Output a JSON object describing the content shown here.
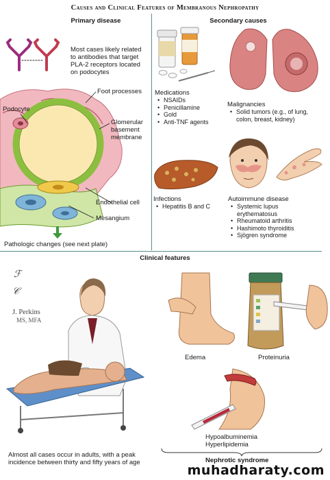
{
  "title": "Causes and Clinical Features of Membranous Nephropathy",
  "primary": {
    "heading": "Primary disease",
    "antibody_note": "Most cases likely related to antibodies that target PLA-2 receptors located on podocytes",
    "labels": {
      "podocyte": "Podocyte",
      "foot_processes": "Foot processes",
      "gbm": "Glomerular basement membrane",
      "endothelial": "Endothelial cell",
      "mesangium": "Mesangium"
    },
    "pathologic_changes": "Pathologic changes (see next plate)"
  },
  "secondary": {
    "heading": "Secondary causes",
    "medications": {
      "title": "Medications",
      "items": [
        "NSAIDs",
        "Penicillamine",
        "Gold",
        "Anti-TNF agents"
      ]
    },
    "malignancies": {
      "title": "Malignancies",
      "items": [
        "Solid tumors (e.g., of lung, colon, breast, kidney)"
      ]
    },
    "infections": {
      "title": "Infections",
      "items": [
        "Hepatitis B and C"
      ]
    },
    "autoimmune": {
      "title": "Autoimmune disease",
      "items": [
        "Systemic lupus erythematosus",
        "Rheumatoid arthritis",
        "Hashimoto thyroiditis",
        "Sjögren syndrome"
      ]
    }
  },
  "clinical": {
    "heading": "Clinical features",
    "edema": "Edema",
    "proteinuria": "Proteinuria",
    "hypoalbuminemia": "Hypoalbuminemia",
    "hyperlipidemia": "Hyperlipidemia",
    "nephrotic": "Nephrotic syndrome",
    "age_note": "Almost all cases occur in adults, with a peak incidence between thirty and fifty years of age",
    "credit_name": "J. Perkins",
    "credit_degree": "MS, MFA"
  },
  "watermark": "muhadharaty.com",
  "colors": {
    "divider": "#5a8a8a",
    "gbm_ring": "#8cbf3f",
    "podocyte_pink": "#f1b8bf",
    "arrow_green": "#3d9a3d"
  }
}
